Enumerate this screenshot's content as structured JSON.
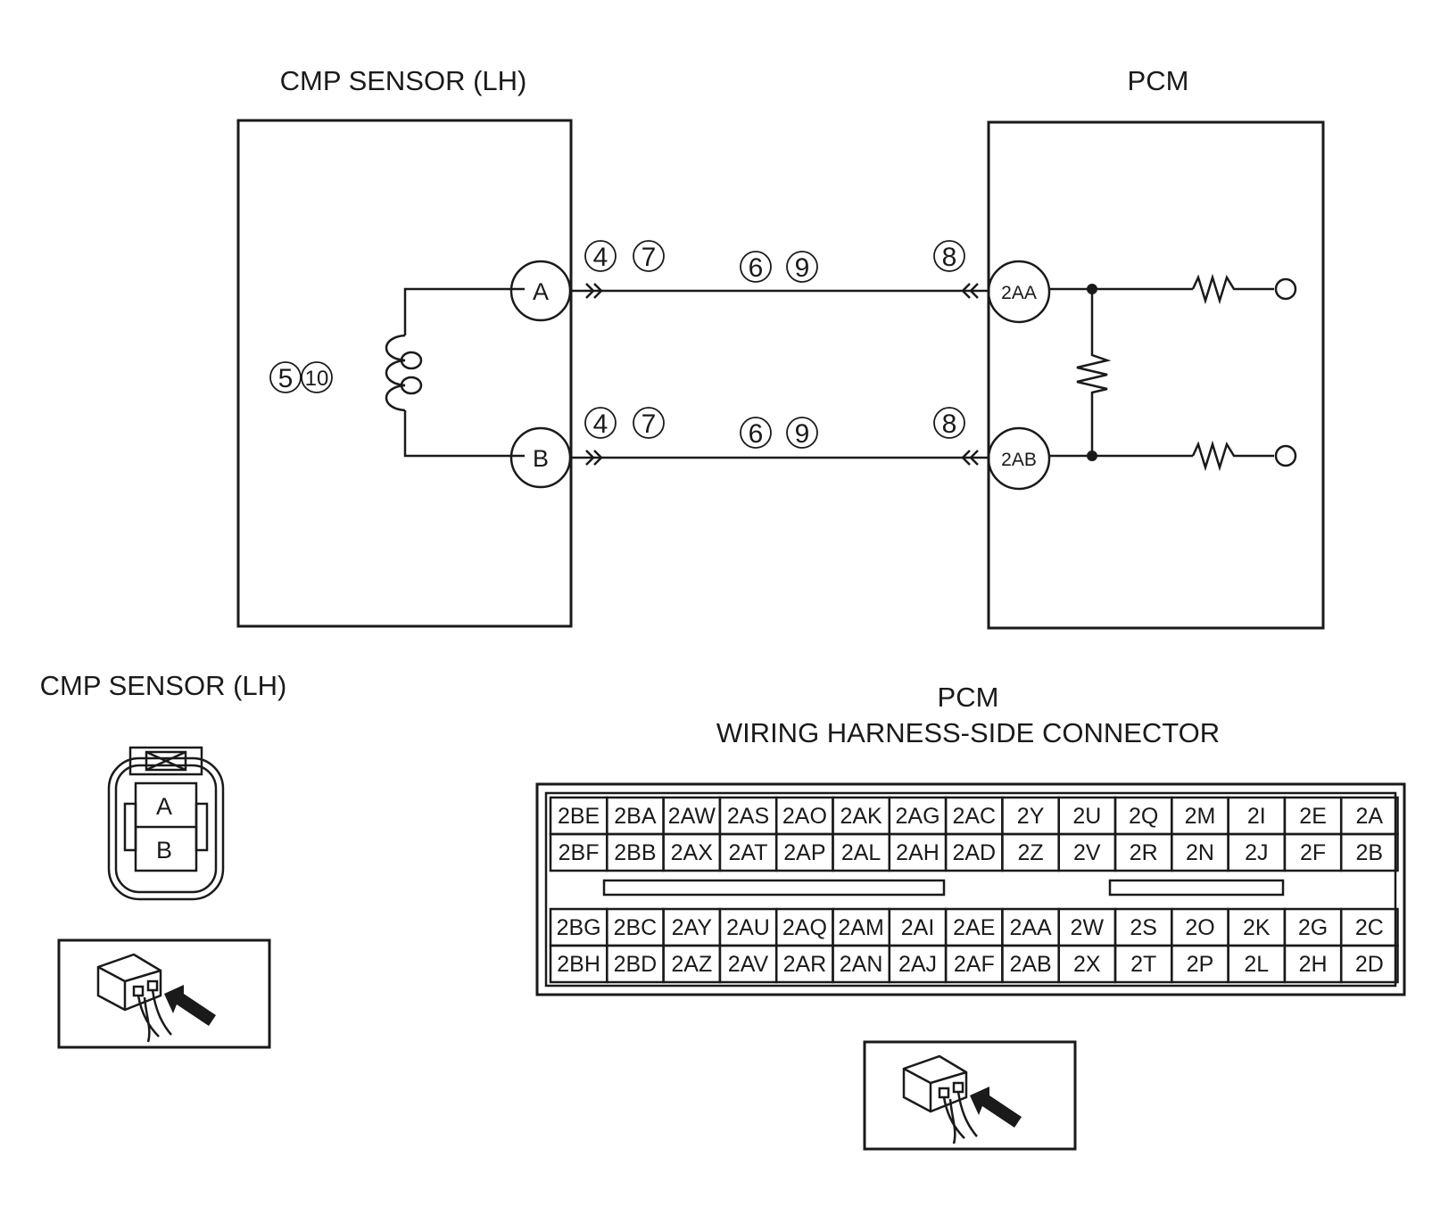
{
  "schematic": {
    "sensor_title": "CMP SENSOR (LH)",
    "pcm_title": "PCM",
    "sensor_pins": [
      "A",
      "B"
    ],
    "pcm_pins": [
      "2AA",
      "2AB"
    ],
    "coil_steps": [
      "5",
      "10"
    ],
    "sensor_side_steps": [
      "4",
      "7"
    ],
    "wire_steps": [
      "6",
      "9"
    ],
    "pcm_side_steps": [
      "8"
    ]
  },
  "sensor_connector": {
    "title": "CMP SENSOR (LH)",
    "terminals": [
      "A",
      "B"
    ]
  },
  "pcm_connector": {
    "title_line1": "PCM",
    "title_line2": "WIRING HARNESS-SIDE CONNECTOR",
    "upper_rows": [
      [
        "2BE",
        "2BA",
        "2AW",
        "2AS",
        "2AO",
        "2AK",
        "2AG",
        "2AC",
        "2Y",
        "2U",
        "2Q",
        "2M",
        "2I",
        "2E",
        "2A"
      ],
      [
        "2BF",
        "2BB",
        "2AX",
        "2AT",
        "2AP",
        "2AL",
        "2AH",
        "2AD",
        "2Z",
        "2V",
        "2R",
        "2N",
        "2J",
        "2F",
        "2B"
      ]
    ],
    "lower_rows": [
      [
        "2BG",
        "2BC",
        "2AY",
        "2AU",
        "2AQ",
        "2AM",
        "2AI",
        "2AE",
        "2AA",
        "2W",
        "2S",
        "2O",
        "2K",
        "2G",
        "2C"
      ],
      [
        "2BH",
        "2BD",
        "2AZ",
        "2AV",
        "2AR",
        "2AN",
        "2AJ",
        "2AF",
        "2AB",
        "2X",
        "2T",
        "2P",
        "2L",
        "2H",
        "2D"
      ]
    ]
  }
}
